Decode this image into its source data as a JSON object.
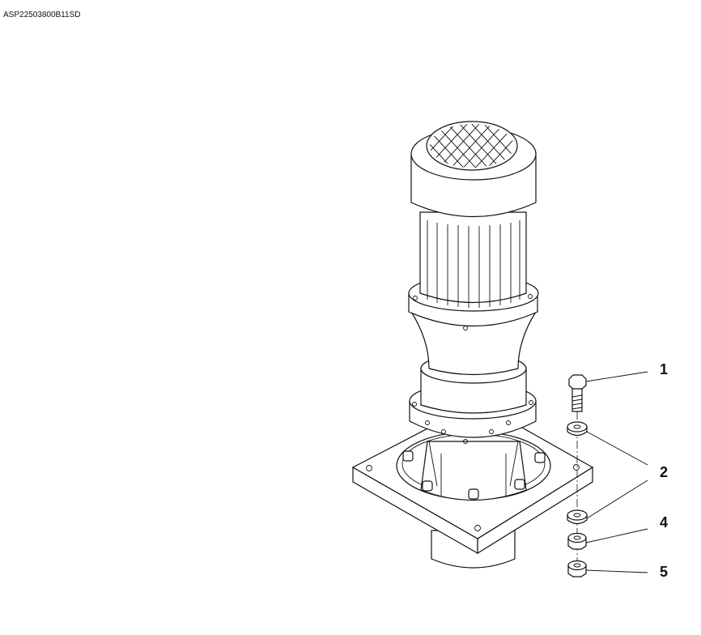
{
  "drawing_code": "ASP22503800B11SD",
  "callouts": [
    {
      "number": "1",
      "part": "bolt"
    },
    {
      "number": "2",
      "part": "washer"
    },
    {
      "number": "4",
      "part": "nut"
    },
    {
      "number": "5",
      "part": "nut"
    }
  ]
}
